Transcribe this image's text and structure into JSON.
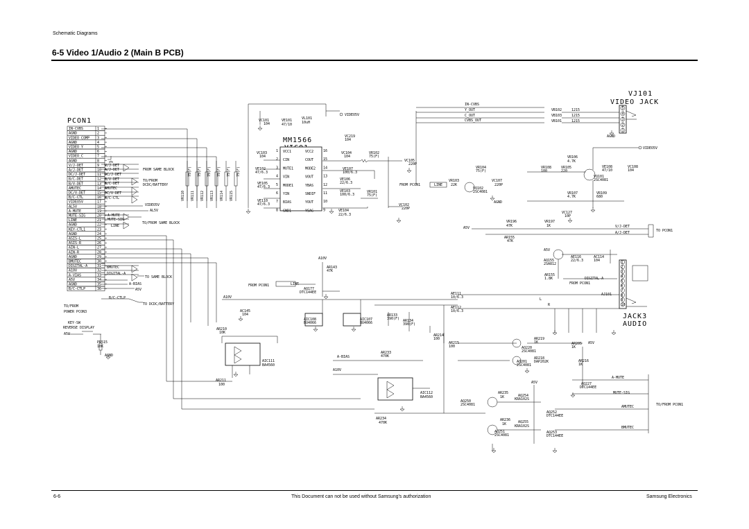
{
  "header": {
    "section_label": "Schematic Diagrams",
    "title": "6-5 Video 1/Audio 2 (Main B PCB)"
  },
  "footer": {
    "page": "6-6",
    "notice": "This Document can not be used without Samsung's authorization",
    "company": "Samsung Electronics"
  },
  "pcon1": {
    "name": "PCON1",
    "pins": [
      {
        "n": "1",
        "label": "IN-CVBS"
      },
      {
        "n": "2",
        "label": "AGND"
      },
      {
        "n": "3",
        "label": "VIDEO_COMP"
      },
      {
        "n": "4",
        "label": "AGND"
      },
      {
        "n": "5",
        "label": "VIDEO_Y"
      },
      {
        "n": "6",
        "label": "AGND"
      },
      {
        "n": "7",
        "label": "VIDEO_C"
      },
      {
        "n": "8",
        "label": "AGND"
      },
      {
        "n": "9",
        "label": "V/J-DET"
      },
      {
        "n": "10",
        "label": "A/J-DET"
      },
      {
        "n": "11",
        "label": "DC/J-DET"
      },
      {
        "n": "12",
        "label": "B/C-DET"
      },
      {
        "n": "13",
        "label": "B/V-DET"
      },
      {
        "n": "14",
        "label": "AMUTEC"
      },
      {
        "n": "15",
        "label": "DC/V-DET"
      },
      {
        "n": "16",
        "label": "B/C-CTL"
      },
      {
        "n": "17",
        "label": "VIDEO5V"
      },
      {
        "n": "18",
        "label": "AL5V"
      },
      {
        "n": "19",
        "label": "A-MUTE"
      },
      {
        "n": "20",
        "label": "MUTE-SIG"
      },
      {
        "n": "21",
        "label": "LINE"
      },
      {
        "n": "22",
        "label": "AGND"
      },
      {
        "n": "23",
        "label": "KEY-CTL1"
      },
      {
        "n": "24",
        "label": "AGND"
      },
      {
        "n": "25",
        "label": "ASIS-L"
      },
      {
        "n": "26",
        "label": "ASIS-R"
      },
      {
        "n": "27",
        "label": "AIN-L"
      },
      {
        "n": "28",
        "label": "AIN-R"
      },
      {
        "n": "29",
        "label": "AGND"
      },
      {
        "n": "30",
        "label": "BMUTEC"
      },
      {
        "n": "31",
        "label": "DIGITAL-A"
      },
      {
        "n": "32",
        "label": "A10V"
      },
      {
        "n": "33",
        "label": "A-VIAS"
      },
      {
        "n": "34",
        "label": "A5V"
      },
      {
        "n": "35",
        "label": "AGND"
      },
      {
        "n": "36",
        "label": "B/C-CTLP"
      }
    ],
    "notes": [
      "TO/FROM",
      "POWER PCON3"
    ]
  },
  "signals_left": {
    "vj": "V/J-DET",
    "aj": "A/J-DET",
    "dcj": "DC/J-DET",
    "bv": "B/V-DET",
    "bc": "B/C-DET",
    "amutec": "AMUTEC",
    "dcv": "DC/V-DET",
    "bcctl": "B/C-CTL",
    "from_same_block": "FROM SAME BLOCK",
    "to_from": "TO/FROM",
    "dcdc_battery": "DCDC/BATTERY",
    "amute": "A-MUTE",
    "mute_sig": "MUTE-SIG",
    "line": "LINE",
    "to_from_same_block": "TO/FROM SAME BLOCK",
    "video5v": "VIDEO5V",
    "al5v": "AL5V",
    "bmutec": "BMUTEC",
    "digital_a": "DIGITAL-A",
    "to_same_block": "TO SAME BLOCK",
    "a_bias": "A-BIAS",
    "a5v": "A5V",
    "bcctlp": "B/C-CTLP",
    "to_dcdc_battery": "TO DCDC/BATTERY",
    "key_sw": "KEY-SW",
    "reverse_display": "REVERSE DISPLAY",
    "a5v_left": "A5V",
    "pr515": "PR515",
    "pr515_val": "10K",
    "agnd": "AGND"
  },
  "video_ic": {
    "part": "MM1566",
    "ref": "VIC01",
    "left_pins": [
      "VCC1",
      "CIN",
      "MUTE1",
      "VIN",
      "MODE1",
      "YIN",
      "BIAS",
      "GND1"
    ],
    "right_pins": [
      "VCC2",
      "COUT",
      "MODE2",
      "VOUT",
      "YBAS",
      "SNDIF",
      "YOUT",
      "YSAG"
    ],
    "left_nums": [
      "1",
      "2",
      "3",
      "4",
      "5",
      "6",
      "7",
      "8"
    ],
    "right_nums": [
      "16",
      "15",
      "14",
      "13",
      "12",
      "11",
      "10",
      "9"
    ]
  },
  "video_parts": {
    "vc101": "VC101",
    "vc101v": "104",
    "ve101": "VE101",
    "ve101v": "47/10",
    "vl101": "VL101",
    "vl101v": "10uH",
    "video5v": "VIDEO5V",
    "vc219": "VC219",
    "vc219v": "104",
    "vc103": "VC103",
    "vc103v": "104",
    "vc104": "VC104",
    "vc104v": "104",
    "vr102": "VR102",
    "vr102v": "75(F)",
    "ve102": "VE102",
    "ve102v": "47/6.3",
    "ve107": "VE107",
    "ve107v": "100/6.3",
    "ve105": "VE105",
    "ve105v": "47/6.3",
    "ve106": "VE106",
    "ve106v": "22/6.3",
    "ve103": "VE103",
    "ve103v": "100/6.3",
    "vr101": "VR101",
    "vr101v": "75(F)",
    "ve110": "VE110",
    "ve110v": "47/6.3",
    "ve104": "VE104",
    "ve104v": "22/6.3",
    "vc105": "VC105",
    "vc105v": "220P",
    "vc102": "VC102",
    "vc102v": "220P",
    "resistors": [
      "VR110",
      "VR111",
      "VR112",
      "VR113",
      "VR114",
      "VR115"
    ],
    "res_val": "75(F)"
  },
  "video_jack": {
    "ref": "VJ101",
    "name": "VIDEO JACK",
    "in_cvbs": "IN-CVBS",
    "y_out": "Y_OUT",
    "c_out": "C_OUT",
    "cvbs_out": "CVBS_OUT",
    "vb102": "VB102",
    "vb103": "VB103",
    "vb101": "VB101",
    "bead": "1215",
    "pins": [
      "5",
      "4",
      "3",
      "2",
      "1"
    ],
    "from_pcon1": "FROM PCON1",
    "line": "LINE",
    "vr103": "VR103",
    "vr103v": "22K",
    "vq102": "VQ102",
    "vq102t": "2SC4081",
    "vr104": "VR104",
    "vr104v": "75(F)",
    "vc107": "VC107",
    "vc107v": "220P",
    "vr106": "VR106",
    "vr106v": "4.7K",
    "vr108": "VR108",
    "vr108v": "100",
    "vr105": "VR105",
    "vr105v": "220",
    "ve108": "VE108",
    "ve108v": "47/10",
    "vc108": "VC108",
    "vc108v": "104",
    "vq101": "VQ101",
    "vq101t": "2SC4081",
    "vr107": "VR107",
    "vr107v": "4.7K",
    "vr109": "VR109",
    "vr109v": "680",
    "vc127": "VC127",
    "vc127v": "10P",
    "vr196": "VR196",
    "vr196v": "47K",
    "vr197": "VR197",
    "vr197v": "1K",
    "ar155": "AR155",
    "ar155v": "47K",
    "a5v": "A5V",
    "vj_det": "V/J-DET",
    "aj_det": "A/J-DET",
    "to_pcon1": "TO PCON1"
  },
  "audio": {
    "a10v": "A10V",
    "ar143": "AR143",
    "ar143v": "47K",
    "aq177": "AQ177",
    "aq177t": "DTC144EE",
    "from_pcon1": "FROM PCON1",
    "line": "LINE",
    "ac145": "AC145",
    "ac145v": "104",
    "aic108": "AIC108",
    "aic108t": "BU4066",
    "aic107": "AIC107",
    "aic107t": "BU4066",
    "ar133": "AR133",
    "ar133v": "390(F)",
    "ar134": "AR134",
    "ar134v": "390(F)",
    "ae111": "AE111",
    "ae111v": "10/6.3",
    "ae112": "AE112",
    "ae112v": "10/6.3",
    "ar214": "AR214",
    "ar214v": "100",
    "ar215": "AR215",
    "ar215v": "100",
    "ar210": "AR210",
    "ar210v": "10K",
    "ar211": "AR211",
    "ar211v": "100",
    "aic111": "AIC111",
    "aic111t": "BA4560",
    "a_bias": "A-BIAS",
    "ar233": "AR233",
    "ar233v": "470K",
    "a10v_2": "A10V",
    "aic112": "AIC112",
    "aic112t": "BA4560",
    "ar234": "AR234",
    "ar234v": "470K",
    "ar155": "AR155",
    "ar155v": "1.8K",
    "aq155": "AQ155",
    "aq155t": "2SA812",
    "ae116": "AE116",
    "ae116v": "22/6.3",
    "ac114": "AC114",
    "ac114v": "104",
    "digital_a": "DIGITAL-A",
    "from_pcon1_small": "FROM PCON1",
    "ar205": "AR205",
    "ar205v": "1K",
    "ar219": "AR219",
    "ar219v": "1K",
    "aq220": "AQ220",
    "aq220t": "2SC4081",
    "aq201": "AQ201",
    "aq201t": "2SC4081",
    "ad218": "AD218",
    "ad218t": "DAP202K",
    "ar216": "AR216",
    "ar216v": "1K",
    "aq227": "AQ227",
    "aq227t": "DTC144EE",
    "a_mute": "A-MUTE",
    "mute_sig": "MUTE-SIG",
    "to_from_pcon1": "TO/FROM PCON1",
    "amutec": "AMUTEC",
    "bmutec": "BMUTEC",
    "aq250": "AQ250",
    "aq250t": "2SC4081",
    "ar235": "AR235",
    "ar235v": "1K",
    "aq254": "AQ254",
    "aq254t": "KRA102S",
    "aq252": "AQ252",
    "aq252t": "DTC144EE",
    "ar236": "AR236",
    "ar236v": "1K",
    "aq251": "AQ251",
    "aq251t": "2SC4081",
    "aq255": "AQ255",
    "aq255t": "KRA102S",
    "aq253": "AQ253",
    "aq253t": "DTC144EE",
    "aj101": "AJ101",
    "jack3": "JACK3",
    "audio": "AUDIO",
    "jack_pins": [
      "1",
      "2",
      "3",
      "4",
      "5",
      "6",
      "7",
      "8",
      "9",
      "10"
    ],
    "L": "L",
    "R": "R",
    "a5v": "A5V",
    "agnd": "AGND"
  }
}
